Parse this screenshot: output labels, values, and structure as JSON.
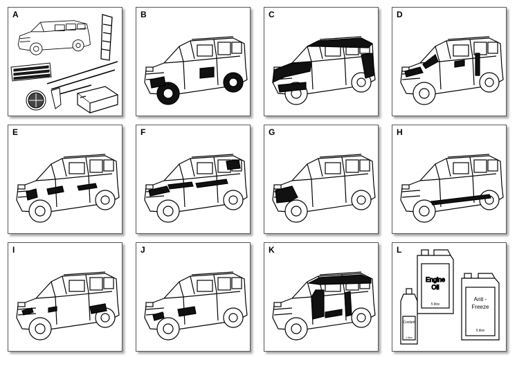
{
  "panels": [
    {
      "letter": "A",
      "variant": "parts"
    },
    {
      "letter": "B",
      "variant": "wheels-body"
    },
    {
      "letter": "C",
      "variant": "body-shell"
    },
    {
      "letter": "D",
      "variant": "engine-harness"
    },
    {
      "letter": "E",
      "variant": "front-suspension"
    },
    {
      "letter": "F",
      "variant": "wiring"
    },
    {
      "letter": "G",
      "variant": "front-wing"
    },
    {
      "letter": "H",
      "variant": "sills"
    },
    {
      "letter": "I",
      "variant": "pipes"
    },
    {
      "letter": "J",
      "variant": "wheel-arch"
    },
    {
      "letter": "K",
      "variant": "interior"
    },
    {
      "letter": "L",
      "variant": "fluids"
    }
  ],
  "fluids": {
    "engine_oil": {
      "line1": "Engine",
      "line2": "Oil",
      "volume": "5 litre"
    },
    "anti_freeze": {
      "line1": "Anti -",
      "line2": "Freeze",
      "volume": "5 litre"
    },
    "coolant": {
      "label": "Coolant",
      "volume": "1 litre"
    }
  }
}
